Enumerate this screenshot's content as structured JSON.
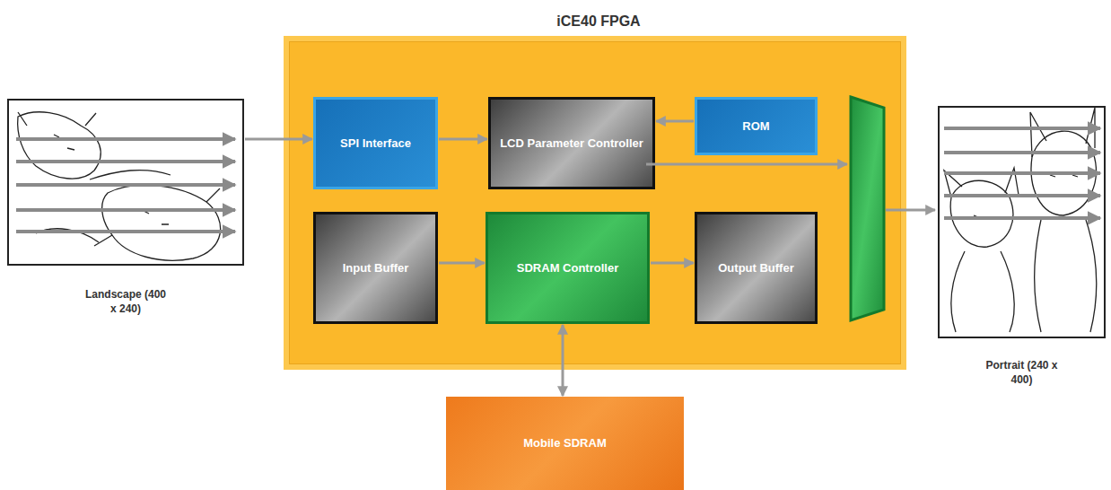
{
  "diagram": {
    "nodes": [
      {
        "text": [
          "Landscape (400 x 240)"
        ]
      },
      {
        "text": [
          "iCE40 FPGA"
        ]
      },
      {
        "text": [
          "SPI Interface"
        ],
        "in": 1
      },
      {
        "text": [
          "LCD Parameter Controller"
        ],
        "in": 1
      },
      {
        "text": [
          "ROM"
        ],
        "in": 1
      },
      {
        "text": [
          "Input Buffer"
        ],
        "in": 1
      },
      {
        "text": [
          "SDRAM Controller"
        ],
        "in": 1
      },
      {
        "text": [
          "Output Buffer"
        ],
        "in": 1
      },
      {
        "text": [
          "Portrait (240 x 400)"
        ]
      },
      {
        "text": [
          "Mobile SDRAM"
        ]
      }
    ],
    "edges": [
      {
        "from": 0,
        "to": 2,
        "arrow": "to"
      },
      {
        "from": 2,
        "to": 3,
        "arrow": "to"
      },
      {
        "from": 4,
        "to": 3,
        "arrow": "to"
      },
      {
        "from": 5,
        "to": 6,
        "arrow": "to"
      },
      {
        "from": 6,
        "to": 7,
        "arrow": "to"
      },
      {
        "from": 6,
        "to": 9,
        "arrow": "both"
      }
    ]
  }
}
